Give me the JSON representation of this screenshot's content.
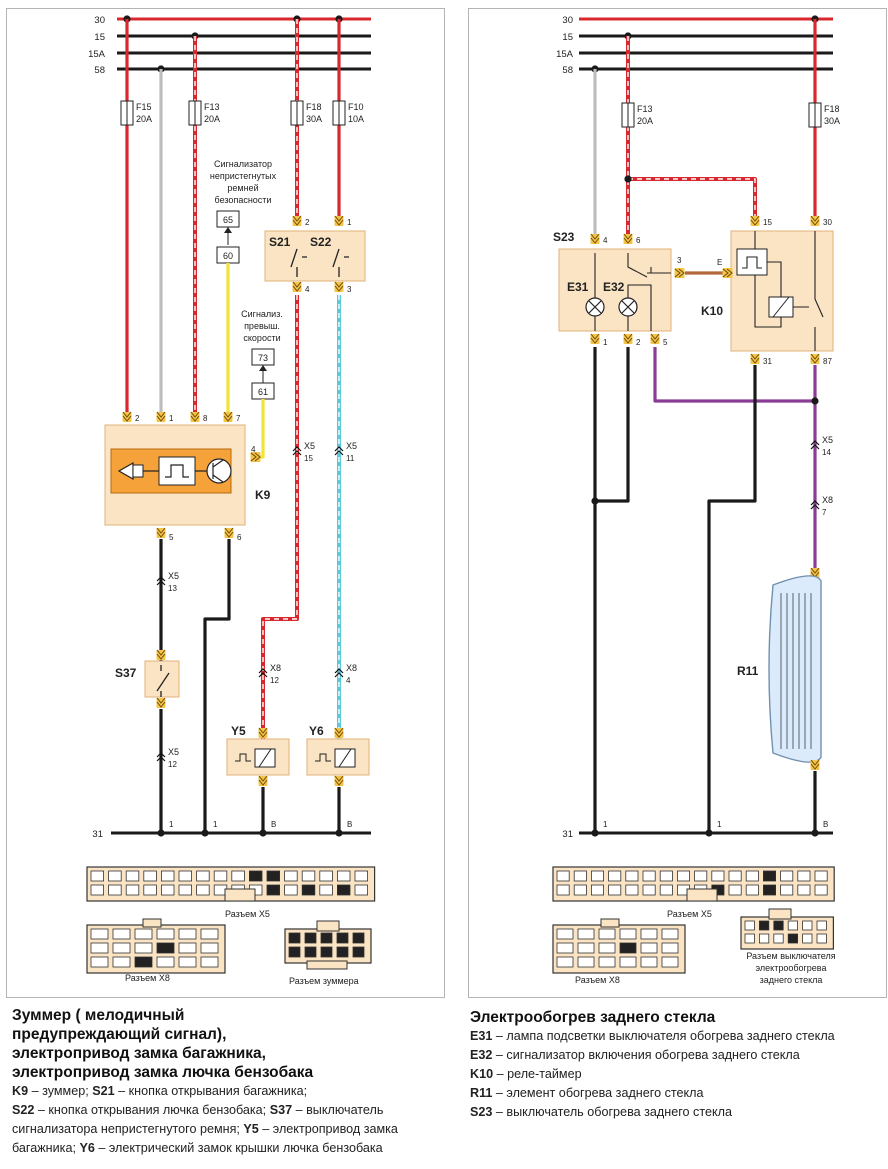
{
  "left": {
    "bus_labels": [
      "30",
      "15",
      "15A",
      "58"
    ],
    "ground_label": "31",
    "fuses": [
      {
        "name": "F15",
        "rating": "20A"
      },
      {
        "name": "F13",
        "rating": "20A"
      },
      {
        "name": "F18",
        "rating": "30A"
      },
      {
        "name": "F10",
        "rating": "10A"
      }
    ],
    "seatbelt_indicator": {
      "text": [
        "Сигнализатор",
        "непристегнутых",
        "ремней",
        "безопасности"
      ],
      "top": "65",
      "bottom": "60"
    },
    "speed_indicator": {
      "text": [
        "Сигнализ.",
        "превыш.",
        "скорости"
      ],
      "top": "73",
      "bottom": "61"
    },
    "switch_block": {
      "s21": "S21",
      "s22": "S22",
      "pins_top": [
        "2",
        "1"
      ],
      "pins_bottom": [
        "4",
        "3"
      ]
    },
    "k9": {
      "name": "K9",
      "pins_top": [
        "2",
        "1",
        "8",
        "7"
      ],
      "pin_side": "4",
      "pins_bottom": [
        "5",
        "6"
      ]
    },
    "connectors": [
      {
        "name": "X5",
        "pin": "15"
      },
      {
        "name": "X5",
        "pin": "11"
      },
      {
        "name": "X5",
        "pin": "13"
      },
      {
        "name": "X8",
        "pin": "12"
      },
      {
        "name": "X8",
        "pin": "4"
      },
      {
        "name": "X5",
        "pin": "12"
      }
    ],
    "s37": "S37",
    "y5": "Y5",
    "y6": "Y6",
    "ground_pins": [
      "1",
      "1",
      "B",
      "B"
    ],
    "connector_captions": [
      "Разъем X5",
      "Разъем X8",
      "Разъем зуммера"
    ]
  },
  "right": {
    "bus_labels": [
      "30",
      "15",
      "15A",
      "58"
    ],
    "ground_label": "31",
    "fuses": [
      {
        "name": "F13",
        "rating": "20A"
      },
      {
        "name": "F18",
        "rating": "30A"
      }
    ],
    "s23": {
      "name": "S23",
      "pins_top": [
        "4",
        "6"
      ],
      "pin_side": "3",
      "pins_bottom": [
        "1",
        "2",
        "5"
      ],
      "e31": "E31",
      "e32": "E32"
    },
    "k10": {
      "name": "K10",
      "pins_top": [
        "15",
        "30"
      ],
      "pin_side": "E",
      "pins_bottom": [
        "31",
        "87"
      ]
    },
    "connectors": [
      {
        "name": "X5",
        "pin": "14"
      },
      {
        "name": "X8",
        "pin": "7"
      }
    ],
    "r11": "R11",
    "ground_pins": [
      "1",
      "1",
      "B"
    ],
    "connector_captions": [
      "Разъем X5",
      "Разъем выключателя",
      "электрообогрева",
      "заднего стекла"
    ]
  },
  "caption_left": {
    "title": [
      "Зуммер ( мелодичный",
      "предупреждающий сигнал),",
      "электропривод замка багажника,",
      "электропривод замка лючка бензобака"
    ],
    "items": [
      [
        {
          "b": "K9"
        },
        {
          "t": " – зуммер; "
        },
        {
          "b": "S21"
        },
        {
          "t": " – кнопка открывания багажника;"
        }
      ],
      [
        {
          "b": "S22"
        },
        {
          "t": " – кнопка открывания лючка бензобака; "
        },
        {
          "b": "S37"
        },
        {
          "t": " – выключатель"
        }
      ],
      [
        {
          "t": "сигнализатора непристегнутого ремня; "
        },
        {
          "b": "Y5"
        },
        {
          "t": " – электропривод замка"
        }
      ],
      [
        {
          "t": "багажника; "
        },
        {
          "b": "Y6"
        },
        {
          "t": " – электрический замок крышки лючка бензобака"
        }
      ]
    ]
  },
  "caption_right": {
    "title": [
      "Электрообогрев заднего стекла"
    ],
    "items": [
      [
        {
          "b": "E31"
        },
        {
          "t": " – лампа подсветки выключателя обогрева заднего стекла"
        }
      ],
      [
        {
          "b": "E32"
        },
        {
          "t": " – сигнализатор включения обогрева заднего стекла"
        }
      ],
      [
        {
          "b": "K10"
        },
        {
          "t": " – реле-таймер"
        }
      ],
      [
        {
          "b": "R11"
        },
        {
          "t": " – элемент обогрева заднего стекла"
        }
      ],
      [
        {
          "b": "S23"
        },
        {
          "t": " – выключатель обогрева заднего стекла"
        }
      ]
    ]
  },
  "colors": {
    "red": "#d8272d",
    "gray": "#bdbdbd",
    "yellow": "#f3e432",
    "cyan": "#5cc8dc",
    "purple": "#8a3b96",
    "brown": "#b5663a",
    "black": "#1a1a1a",
    "block_fill": "#fbe4c4",
    "block_stroke": "#e0b27a",
    "orange_fill": "#f6a23a",
    "pin_fill": "#f6c445"
  }
}
